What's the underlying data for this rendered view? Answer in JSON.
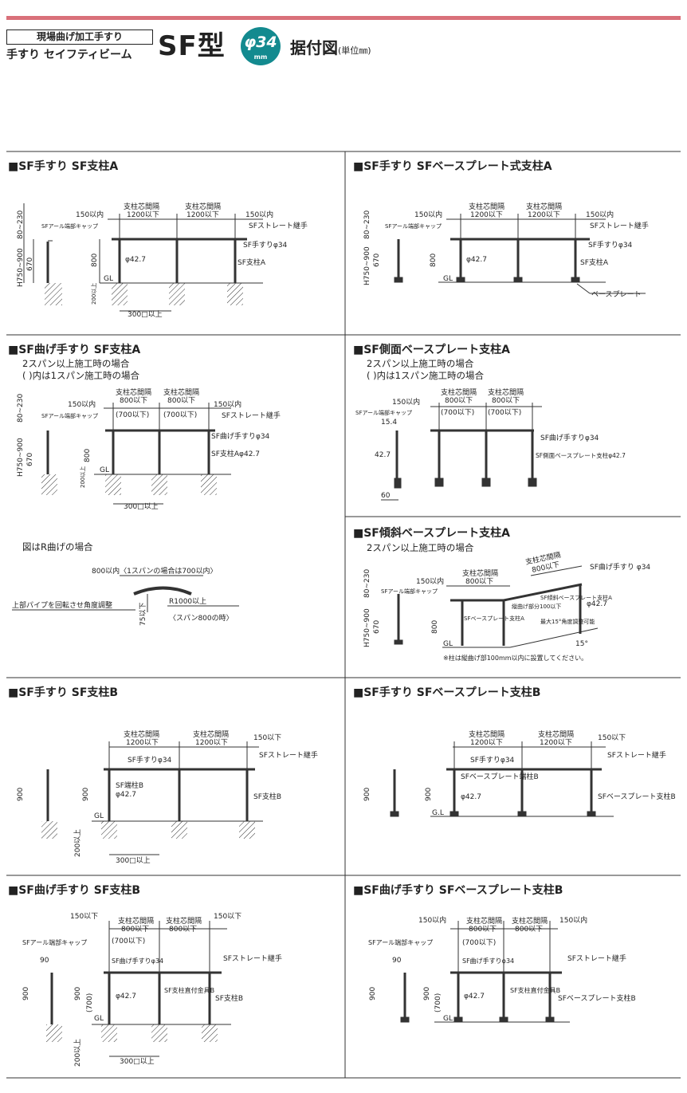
{
  "header": {
    "category": "現場曲げ加工手すり",
    "product": "手すり セイフティビーム",
    "type": "SF型",
    "diameter": "φ34",
    "diameter_unit": "mm",
    "title": "据付図",
    "unit_note": "(単位㎜)"
  },
  "labels": {
    "span": "支柱芯間隔",
    "d1200": "1200以下",
    "d800": "800以下",
    "d700": "(700以下)",
    "d150": "150以内",
    "d150b": "150以下",
    "cap": "SFアール端部キャップ",
    "joint": "SFストレート継手",
    "rail34": "SF手すりφ34",
    "phi427": "φ42.7",
    "postA": "SF支柱A",
    "postA427": "SF支柱Aφ42.7",
    "postB": "SF支柱B",
    "endpostB1": "SF端柱B",
    "bplate": "ベースプレート",
    "bend34": "SF曲げ手すりφ34",
    "side427": "SF側面ベースプレート支柱φ42.7",
    "gl": "GL",
    "glb": "G.L",
    "h80_230": "80~230",
    "h750_900": "H750~900",
    "h670": "670",
    "h800": "800",
    "h900": "900",
    "h700p": "(700)",
    "h200": "200以上",
    "f300": "300□以上",
    "v154": "15.4",
    "v427": "42.7",
    "v60": "60",
    "v90": "90",
    "rdesc": "図はR曲げの場合",
    "r800": "800以内〈1スパンの場合は700以内〉",
    "rrotate": "上部パイプを回転させ角度調整",
    "r75": "75以下",
    "r1000": "R1000以上",
    "r1000b": "〈スパン800の時〉",
    "bendrail": "SF曲げ手すり φ34",
    "slopepost": "SF傾斜ベースプレート支柱A",
    "maxangle": "最大15°角度調整可能",
    "bendpart": "縦曲げ部分100以下",
    "angle15": "15°",
    "bpA": "SFベースプレート支柱A",
    "slope_note": "※柱は縦曲げ部100mm以内に設置してください。",
    "bpEndB": "SFベースプレート端柱B",
    "bpPostB": "SFベースプレート支柱B",
    "bentrail": "SF曲げ手すりφ34",
    "fitting": "SF支柱直付金具B"
  },
  "panels": [
    {
      "title": "■SF手すり SF支柱A",
      "notes": []
    },
    {
      "title": "■SF手すり SFベースプレート式支柱A",
      "notes": []
    },
    {
      "title": "■SF曲げ手すり SF支柱A",
      "notes": [
        "2スパン以上施工時の場合",
        "( )内は1スパン施工時の場合"
      ]
    },
    {
      "title": "■SF側面ベースプレート支柱A",
      "notes": [
        "2スパン以上施工時の場合",
        "( )内は1スパン施工時の場合"
      ]
    },
    {
      "title": "■SF傾斜ベースプレート支柱A",
      "notes": [
        "2スパン以上施工時の場合"
      ]
    },
    {
      "title": "■SF手すり SF支柱B",
      "notes": []
    },
    {
      "title": "■SF手すり SFベースプレート支柱B",
      "notes": []
    },
    {
      "title": "■SF曲げ手すり SF支柱B",
      "notes": []
    },
    {
      "title": "■SF曲げ手すり SFベースプレート支柱B",
      "notes": []
    }
  ]
}
